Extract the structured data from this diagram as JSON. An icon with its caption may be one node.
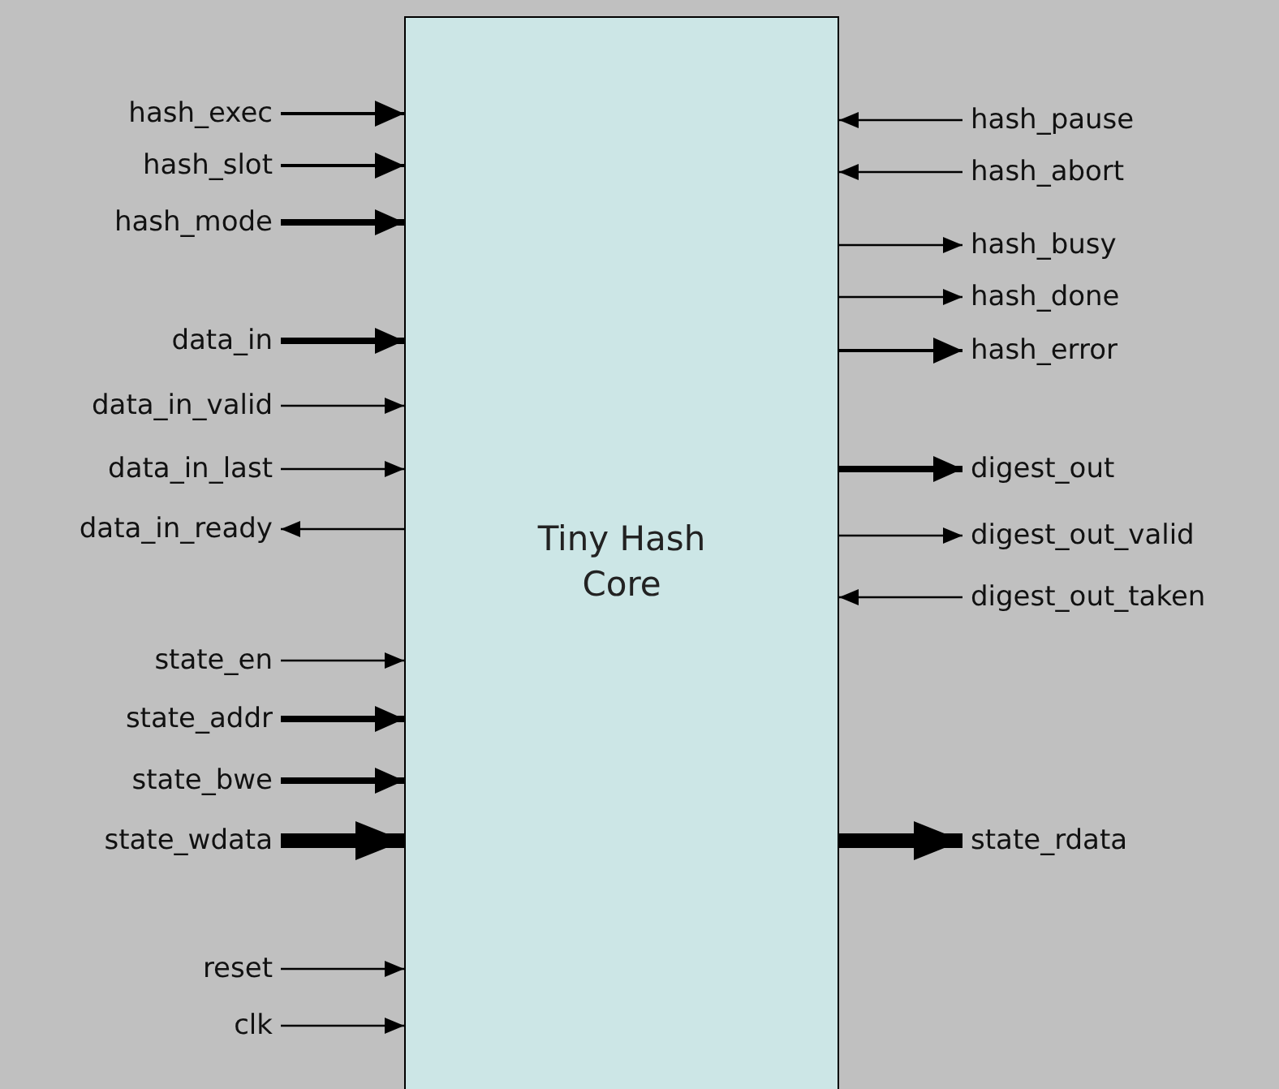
{
  "diagram": {
    "nodes": [
      {
        "text": [
          "Tiny Hash Core"
        ]
      },
      {
        "text": [
          "hash_exec"
        ]
      },
      {
        "text": [
          "hash_slot"
        ]
      },
      {
        "text": [
          "hash_mode"
        ]
      },
      {
        "text": [
          "data_in"
        ]
      },
      {
        "text": [
          "data_in_valid"
        ]
      },
      {
        "text": [
          "data_in_last"
        ]
      },
      {
        "text": [
          "data_in_ready"
        ]
      },
      {
        "text": [
          "state_en"
        ]
      },
      {
        "text": [
          "state_addr"
        ]
      },
      {
        "text": [
          "state_bwe"
        ]
      },
      {
        "text": [
          "state_wdata"
        ]
      },
      {
        "text": [
          "reset"
        ]
      },
      {
        "text": [
          "clk"
        ]
      },
      {
        "text": [
          "hash_pause"
        ]
      },
      {
        "text": [
          "hash_abort"
        ]
      },
      {
        "text": [
          "hash_busy"
        ]
      },
      {
        "text": [
          "hash_done"
        ]
      },
      {
        "text": [
          "hash_error"
        ]
      },
      {
        "text": [
          "digest_out"
        ]
      },
      {
        "text": [
          "digest_out_valid"
        ]
      },
      {
        "text": [
          "digest_out_taken"
        ]
      },
      {
        "text": [
          "state_rdata"
        ]
      }
    ],
    "edges": [
      {
        "from": 1,
        "to": 0,
        "arrow": "to"
      },
      {
        "from": 2,
        "to": 0,
        "arrow": "to"
      },
      {
        "from": 3,
        "to": 0,
        "arrow": "to",
        "style": "thick"
      },
      {
        "from": 4,
        "to": 0,
        "arrow": "to",
        "style": "thick"
      },
      {
        "from": 5,
        "to": 0,
        "arrow": "to"
      },
      {
        "from": 6,
        "to": 0,
        "arrow": "to"
      },
      {
        "from": 0,
        "to": 7,
        "arrow": "to"
      },
      {
        "from": 8,
        "to": 0,
        "arrow": "to"
      },
      {
        "from": 9,
        "to": 0,
        "arrow": "to",
        "style": "thick"
      },
      {
        "from": 10,
        "to": 0,
        "arrow": "to",
        "style": "thick"
      },
      {
        "from": 11,
        "to": 0,
        "arrow": "to",
        "style": "thick"
      },
      {
        "from": 12,
        "to": 0,
        "arrow": "to"
      },
      {
        "from": 13,
        "to": 0,
        "arrow": "to"
      },
      {
        "from": 14,
        "to": 0,
        "arrow": "to"
      },
      {
        "from": 15,
        "to": 0,
        "arrow": "to"
      },
      {
        "from": 0,
        "to": 16,
        "arrow": "to"
      },
      {
        "from": 0,
        "to": 17,
        "arrow": "to"
      },
      {
        "from": 0,
        "to": 18,
        "arrow": "to"
      },
      {
        "from": 0,
        "to": 19,
        "arrow": "to",
        "style": "thick"
      },
      {
        "from": 0,
        "to": 20,
        "arrow": "to"
      },
      {
        "from": 21,
        "to": 0,
        "arrow": "to"
      },
      {
        "from": 0,
        "to": 22,
        "arrow": "to",
        "style": "thick"
      }
    ]
  }
}
